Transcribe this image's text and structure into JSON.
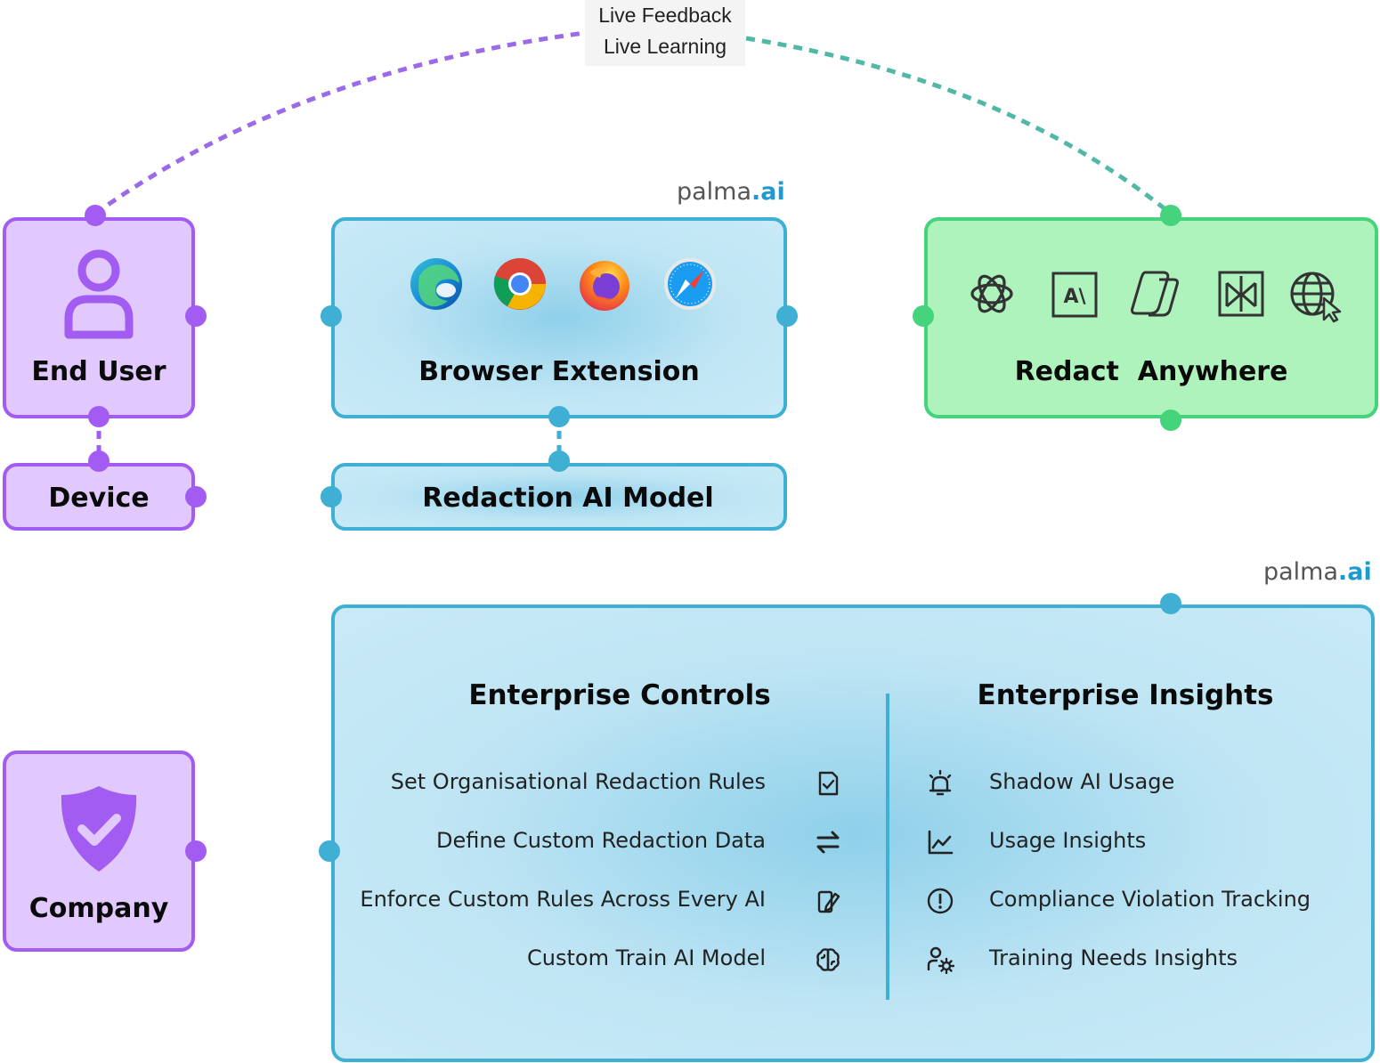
{
  "feedback": {
    "line1": "Live Feedback",
    "line2": "Live Learning"
  },
  "brand": {
    "name": "palma",
    "suffix": ".ai"
  },
  "nodes": {
    "end_user": "End User",
    "device": "Device",
    "browser_extension": "Browser Extension",
    "redaction_model": "Redaction AI Model",
    "redact_anywhere": "Redact  Anywhere",
    "company": "Company"
  },
  "browsers": [
    "edge-icon",
    "chrome-icon",
    "firefox-icon",
    "safari-icon"
  ],
  "ai_tools": [
    "openai-icon",
    "anthropic-icon",
    "copilot-icon",
    "perplexity-icon",
    "web-cursor-icon"
  ],
  "enterprise": {
    "controls_title": "Enterprise Controls",
    "insights_title": "Enterprise Insights",
    "controls": [
      {
        "label": "Set Organisational Redaction Rules",
        "icon": "checklist-icon"
      },
      {
        "label": "Define Custom Redaction Data",
        "icon": "arrows-swap-icon"
      },
      {
        "label": "Enforce Custom Rules Across Every AI",
        "icon": "edit-rules-icon"
      },
      {
        "label": "Custom Train AI Model",
        "icon": "brain-icon"
      }
    ],
    "insights": [
      {
        "label": "Shadow AI Usage",
        "icon": "alarm-icon"
      },
      {
        "label": "Usage Insights",
        "icon": "line-chart-icon"
      },
      {
        "label": "Compliance Violation Tracking",
        "icon": "alert-circle-icon"
      },
      {
        "label": "Training Needs Insights",
        "icon": "user-gear-icon"
      }
    ]
  },
  "colors": {
    "purple": "#a35cf2",
    "blue": "#3fafd4",
    "green": "#45d37c"
  }
}
